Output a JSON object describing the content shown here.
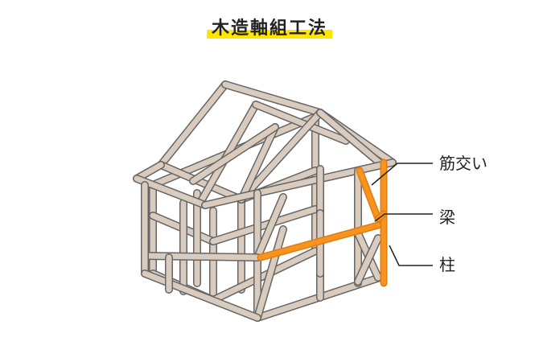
{
  "title": "木造軸組工法",
  "labels": {
    "sujikai": "筋交い",
    "hari": "梁",
    "hashira": "柱"
  },
  "colors": {
    "timber_fill": "#d9cbbd",
    "timber_edge": "#666666",
    "highlight_orange": "#f7931e",
    "title_highlight": "#ffe600"
  }
}
